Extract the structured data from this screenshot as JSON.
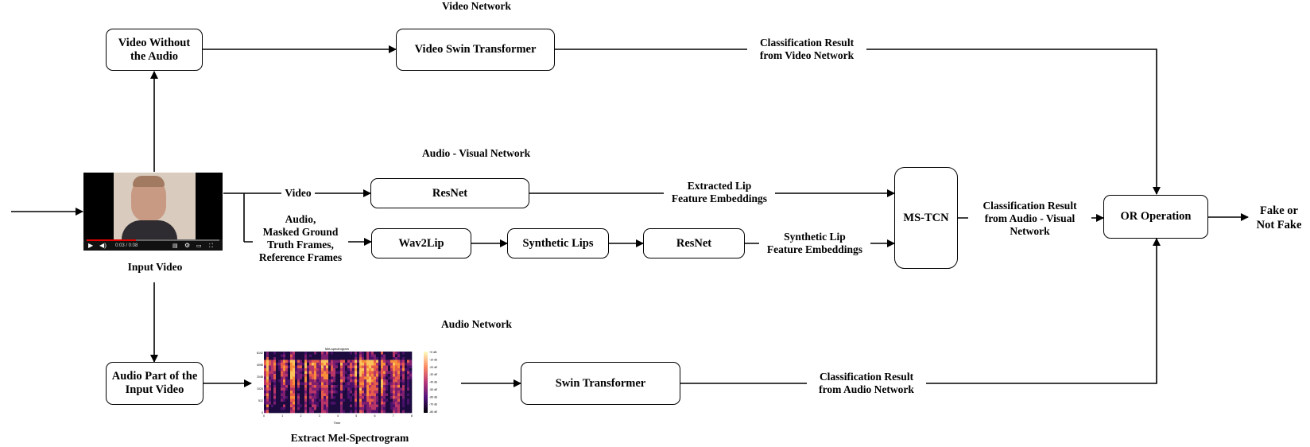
{
  "sections": {
    "video_network": "Video Network",
    "audio_visual_network": "Audio - Visual Network",
    "audio_network": "Audio Network"
  },
  "boxes": {
    "video_without_audio": "Video Without the Audio",
    "video_swin_transformer": "Video Swin Transformer",
    "resnet_top": "ResNet",
    "wav2lip": "Wav2Lip",
    "synthetic_lips": "Synthetic Lips",
    "resnet_bottom": "ResNet",
    "ms_tcn": "MS-TCN",
    "or_operation": "OR Operation",
    "audio_part": "Audio Part of  the Input Video",
    "swin_transformer": "Swin Transformer"
  },
  "labels": {
    "input_video": "Input Video",
    "extract_mel": "Extract Mel-Spectrogram",
    "video_edge": "Video",
    "audio_edge": "Audio,\nMasked Ground\nTruth Frames,\nReference Frames",
    "extracted_lip": "Extracted Lip\nFeature Embeddings",
    "synthetic_lip": "Synthetic Lip\nFeature Embeddings",
    "class_video": "Classification Result\nfrom Video Network",
    "class_av": "Classification Result\nfrom Audio - Visual\nNetwork",
    "class_audio": "Classification Result\nfrom Audio Network",
    "output": "Fake or\nNot Fake"
  },
  "video_player": {
    "time": "0:03 / 0:08",
    "progress": 0.37
  },
  "spectrogram": {
    "title": "Mel-spectrogram",
    "ylabel": "Hz",
    "xlabel": "Time",
    "y_ticks": [
      "8192",
      "4096",
      "2048",
      "1024",
      "512",
      "0"
    ],
    "x_ticks": [
      "0",
      "1",
      "2",
      "3",
      "4",
      "5",
      "6",
      "7",
      "8"
    ],
    "colorbar_ticks": [
      "+0 dB",
      "-10 dB",
      "-20 dB",
      "-30 dB",
      "-40 dB",
      "-50 dB",
      "-60 dB",
      "-70 dB",
      "-80 dB"
    ]
  },
  "colors": {
    "line": "#000000",
    "box_border": "#000000",
    "background": "#ffffff",
    "progress": "#e00000"
  }
}
